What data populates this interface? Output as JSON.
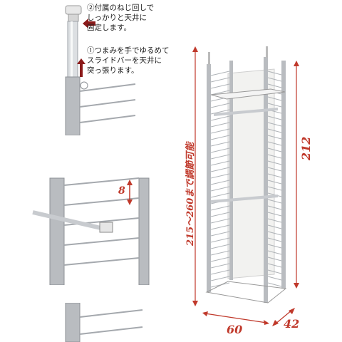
{
  "step2": {
    "lines": [
      "②付属のねじ回しで",
      "しっかりと天井に",
      "固定します。"
    ]
  },
  "step1": {
    "lines": [
      "①つまみを手でゆるめて",
      "スライドバーを天井に",
      "突っ張ります。"
    ]
  },
  "dimensions": {
    "shelf_pitch": "8",
    "adjustable_height": "215～260まで調節可能",
    "frame_height": "212",
    "width": "60",
    "depth": "42"
  },
  "colors": {
    "dimension": "#c0392b",
    "arrow": "#8b1a1a",
    "frame": "#b5b8bc",
    "panel": "#f2f2f0"
  }
}
